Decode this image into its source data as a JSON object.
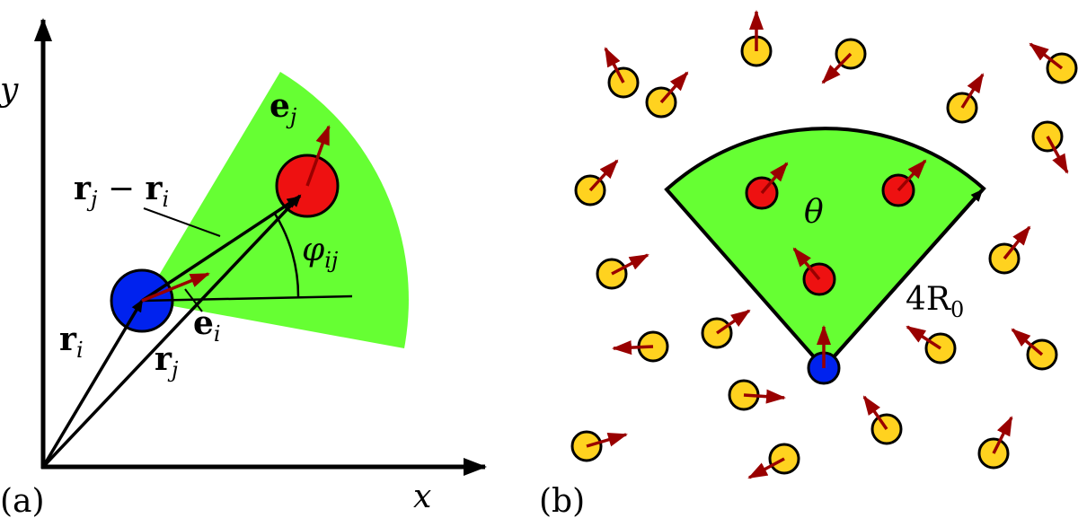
{
  "panel_a": {
    "label": "(a)",
    "x_axis": "x",
    "y_axis": "y",
    "e_j": "e",
    "e_j_sub": "j",
    "e_i": "e",
    "e_i_sub": "i",
    "r_diff_a": "r",
    "r_diff_a_sub": "j",
    "r_diff_minus": " − ",
    "r_diff_b": "r",
    "r_diff_b_sub": "i",
    "phi": "φ",
    "phi_sub": "ij",
    "r_i": "r",
    "r_i_sub": "i",
    "r_j": "r",
    "r_j_sub": "j"
  },
  "panel_b": {
    "label": "(b)",
    "theta": "θ",
    "radius_label": "4R",
    "radius_sub": "0"
  },
  "colors": {
    "cone": "#66ff33",
    "focal": "#0022ee",
    "neighbor_in_cone": "#ee1111",
    "other": "#ffd21f",
    "arrow": "#990000"
  }
}
